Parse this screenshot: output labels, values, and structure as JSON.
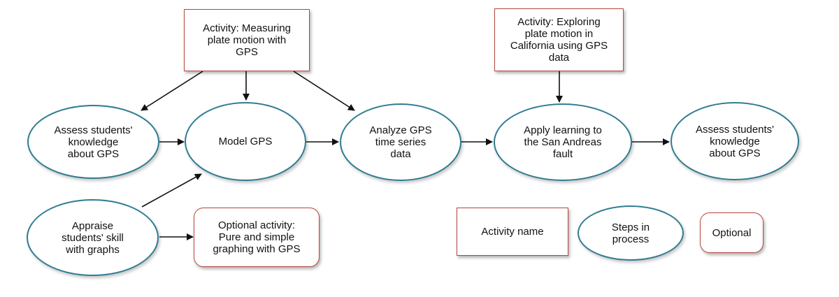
{
  "nodes": {
    "activity_measuring": "Activity:  Measuring\nplate motion with\nGPS",
    "activity_exploring": "Activity:  Exploring\nplate motion in\nCalifornia using GPS\ndata",
    "assess_left": "Assess students'\nknowledge\nabout GPS",
    "model_gps": "Model GPS",
    "analyze_gps": "Analyze GPS\ntime series\ndata",
    "apply_learning": "Apply learning to\nthe San Andreas\nfault",
    "assess_right": "Assess students'\nknowledge\nabout GPS",
    "appraise": "Appraise\nstudents' skill\nwith graphs",
    "optional_activity": "Optional activity:\nPure and simple\ngraphing with GPS"
  },
  "legend": {
    "activity": "Activity name",
    "step": "Steps in\nprocess",
    "optional": "Optional"
  },
  "colors": {
    "activity_border": "#b5473f",
    "step_border": "#2f7c92",
    "arrow": "#111111"
  }
}
